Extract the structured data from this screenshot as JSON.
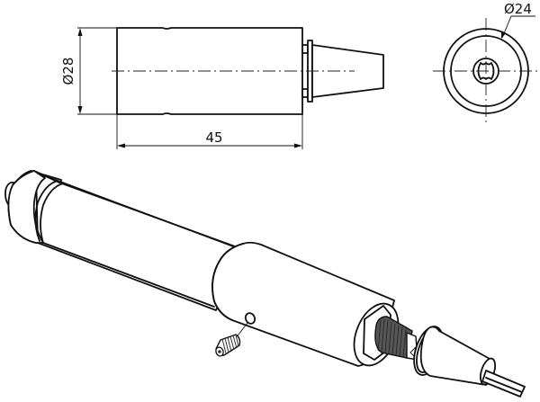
{
  "drawing": {
    "side_view": {
      "diameter_label": "Ø28",
      "length_label": "45"
    },
    "end_view": {
      "diameter_label": "Ø24"
    },
    "isometric_view": {
      "parts": [
        "main-cylinder-body",
        "end-cap",
        "coupling-sleeve",
        "set-screw",
        "threaded-nipple",
        "hex-nut",
        "conical-strain-relief",
        "cable"
      ]
    },
    "colors": {
      "line": "#111111",
      "background": "#ffffff",
      "thread_fill": "#555555"
    }
  }
}
